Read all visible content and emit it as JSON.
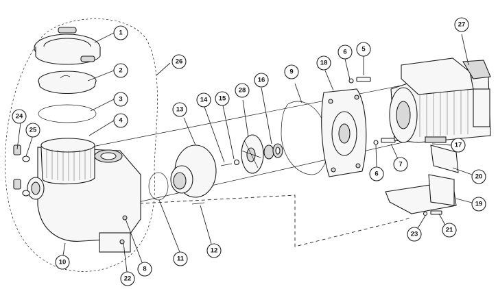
{
  "callouts": [
    {
      "id": "c1",
      "label": "1"
    },
    {
      "id": "c2",
      "label": "2"
    },
    {
      "id": "c3",
      "label": "3"
    },
    {
      "id": "c4",
      "label": "4"
    },
    {
      "id": "c5",
      "label": "5"
    },
    {
      "id": "c6a",
      "label": "6"
    },
    {
      "id": "c6b",
      "label": "6"
    },
    {
      "id": "c7",
      "label": "7"
    },
    {
      "id": "c8",
      "label": "8"
    },
    {
      "id": "c9",
      "label": "9"
    },
    {
      "id": "c10",
      "label": "10"
    },
    {
      "id": "c11",
      "label": "11"
    },
    {
      "id": "c12",
      "label": "12"
    },
    {
      "id": "c13",
      "label": "13"
    },
    {
      "id": "c14",
      "label": "14"
    },
    {
      "id": "c15",
      "label": "15"
    },
    {
      "id": "c16",
      "label": "16"
    },
    {
      "id": "c17",
      "label": "17"
    },
    {
      "id": "c18",
      "label": "18"
    },
    {
      "id": "c19",
      "label": "19"
    },
    {
      "id": "c20",
      "label": "20"
    },
    {
      "id": "c21",
      "label": "21"
    },
    {
      "id": "c22",
      "label": "22"
    },
    {
      "id": "c23",
      "label": "23"
    },
    {
      "id": "c24",
      "label": "24"
    },
    {
      "id": "c25",
      "label": "25"
    },
    {
      "id": "c26",
      "label": "26"
    },
    {
      "id": "c27",
      "label": "27"
    },
    {
      "id": "c28",
      "label": "28"
    }
  ]
}
